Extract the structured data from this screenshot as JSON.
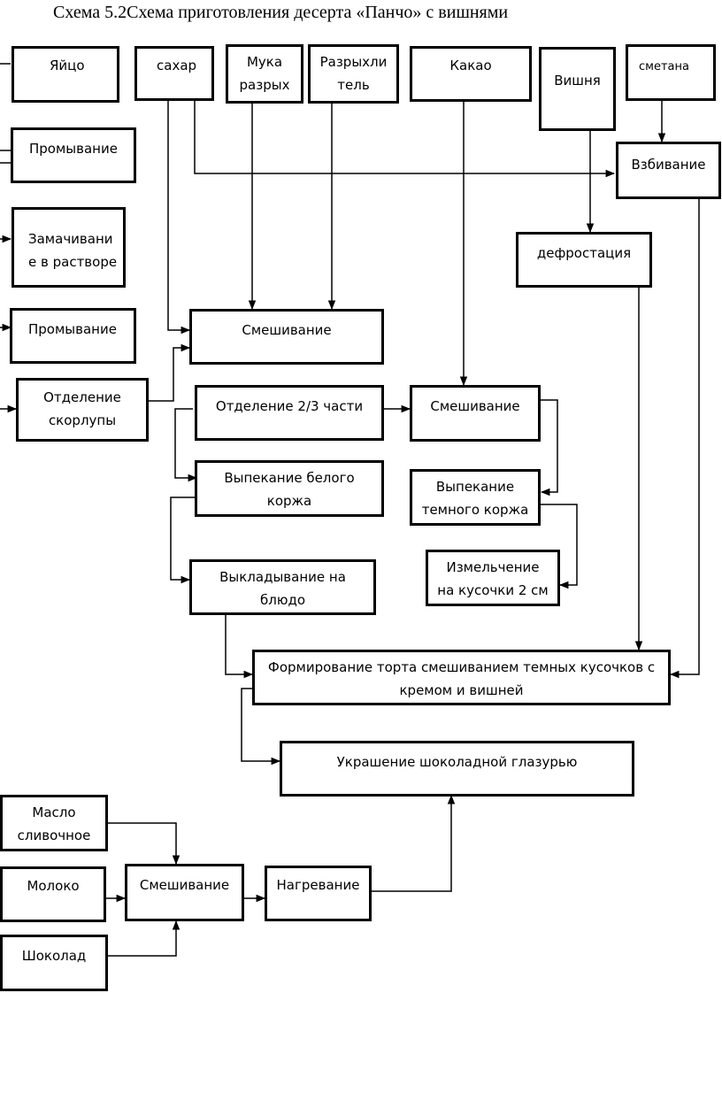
{
  "title": "Схема 5.2Схема приготовления десерта «Панчо» с вишнями",
  "boxes": {
    "egg": "Яйцо",
    "sugar": "сахар",
    "flour": "Мука\nразрых",
    "baking_powder": "Разрыхли\nтель",
    "cocoa": "Какао",
    "cherry": "Вишня",
    "sour_cream": "сметана",
    "rinse1": "Промывание",
    "whip": "Взбивание",
    "soak": "Замачивани\nе в растворе",
    "defrost": "дефростация",
    "rinse2": "Промывание",
    "mix1": "Смешивание",
    "shell_removal": "Отделение\nскорлупы",
    "separate_two_thirds": "Отделение 2/3 части",
    "mix2": "Смешивание",
    "bake_white": "Выпекание белого\nкоржа",
    "bake_dark": "Выпекание\nтемного коржа",
    "chop": "Измельчение\nна кусочки 2 см",
    "lay_out": "Выкладывание на\nблюдо",
    "form_cake": "Формирование торта смешиванием темных кусочков с\nкремом и вишней",
    "decorate": "Украшение шоколадной глазурью",
    "butter": "Масло\nсливочное",
    "milk": "Молоко",
    "mix3": "Смешивание",
    "heat": "Нагревание",
    "chocolate": "Шоколад"
  }
}
